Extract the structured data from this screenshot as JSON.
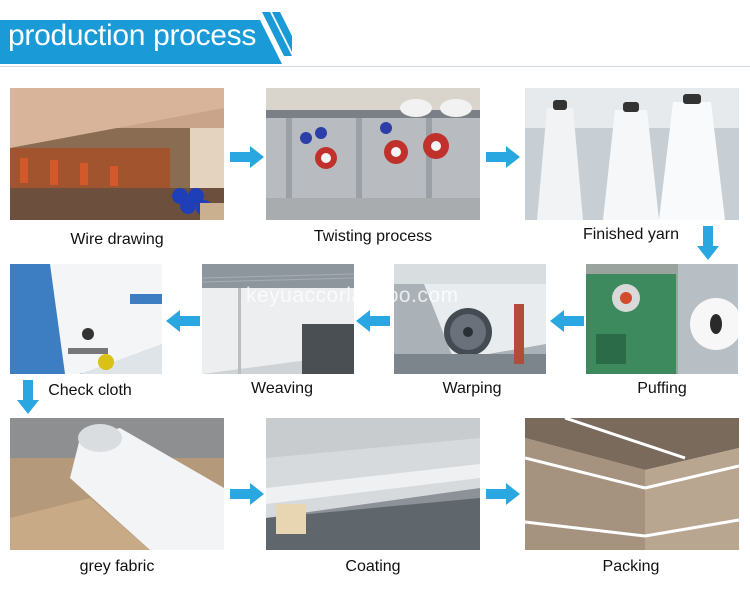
{
  "header": {
    "title": "production process",
    "accent": "#1a9ad6"
  },
  "steps": {
    "s1": "Wire drawing",
    "s2": "Twisting process",
    "s3": "Finished yarn",
    "s4": "Puffing",
    "s5": "Warping",
    "s6": "Weaving",
    "s7": "Check cloth",
    "s8": "grey fabric",
    "s9": "Coating",
    "s10": "Packing"
  },
  "watermark": "keyuaccorlasgoo.com",
  "arrow_color": "#2aa7e0"
}
